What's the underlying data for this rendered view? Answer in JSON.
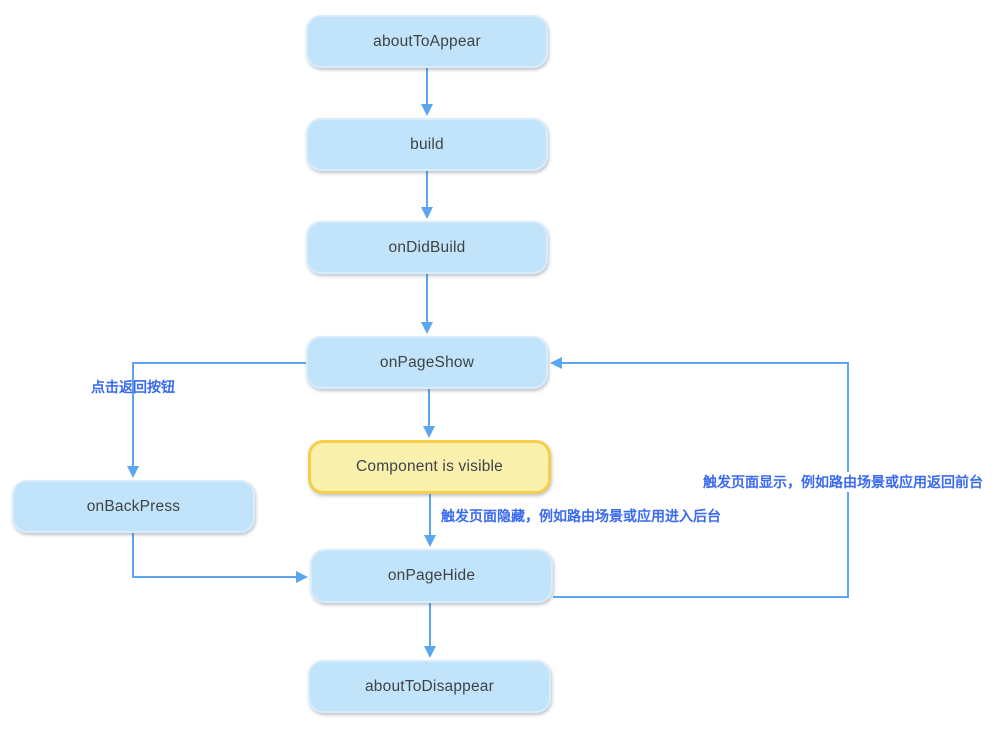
{
  "diagram": {
    "title": "Page lifecycle flowchart",
    "nodes": [
      {
        "id": "aboutToAppear",
        "label": "aboutToAppear",
        "style": "blue"
      },
      {
        "id": "build",
        "label": "build",
        "style": "blue"
      },
      {
        "id": "onDidBuild",
        "label": "onDidBuild",
        "style": "blue"
      },
      {
        "id": "onPageShow",
        "label": "onPageShow",
        "style": "blue"
      },
      {
        "id": "componentVisible",
        "label": "Component is visible",
        "style": "yellow-highlight"
      },
      {
        "id": "onBackPress",
        "label": "onBackPress",
        "style": "blue"
      },
      {
        "id": "onPageHide",
        "label": "onPageHide",
        "style": "blue"
      },
      {
        "id": "aboutToDisappear",
        "label": "aboutToDisappear",
        "style": "blue"
      }
    ],
    "edges": [
      {
        "from": "aboutToAppear",
        "to": "build",
        "label": ""
      },
      {
        "from": "build",
        "to": "onDidBuild",
        "label": ""
      },
      {
        "from": "onDidBuild",
        "to": "onPageShow",
        "label": ""
      },
      {
        "from": "onPageShow",
        "to": "componentVisible",
        "label": ""
      },
      {
        "from": "onPageShow",
        "to": "onBackPress",
        "label": "点击返回按钮"
      },
      {
        "from": "componentVisible",
        "to": "onPageHide",
        "label": "触发页面隐藏，例如路由场景或应用进入后台"
      },
      {
        "from": "onBackPress",
        "to": "onPageHide",
        "label": ""
      },
      {
        "from": "onPageHide",
        "to": "onPageShow",
        "label": "触发页面显示，例如路由场景或应用返回前台"
      },
      {
        "from": "onPageHide",
        "to": "aboutToDisappear",
        "label": ""
      }
    ],
    "edge_labels": {
      "back": "点击返回按钮",
      "hide": "触发页面隐藏，例如路由场景或应用进入后台",
      "show": "触发页面显示，例如路由场景或应用返回前台"
    },
    "colors": {
      "node_fill": "#C2E4FA",
      "node_border": "#D8ECFC",
      "highlight_fill": "#FAF0AD",
      "highlight_border": "#F6CF4A",
      "connector": "#5BA6EF",
      "edge_label_text": "#3A6AF0",
      "node_text": "#3F4347",
      "background": "#FFFFFF"
    }
  }
}
